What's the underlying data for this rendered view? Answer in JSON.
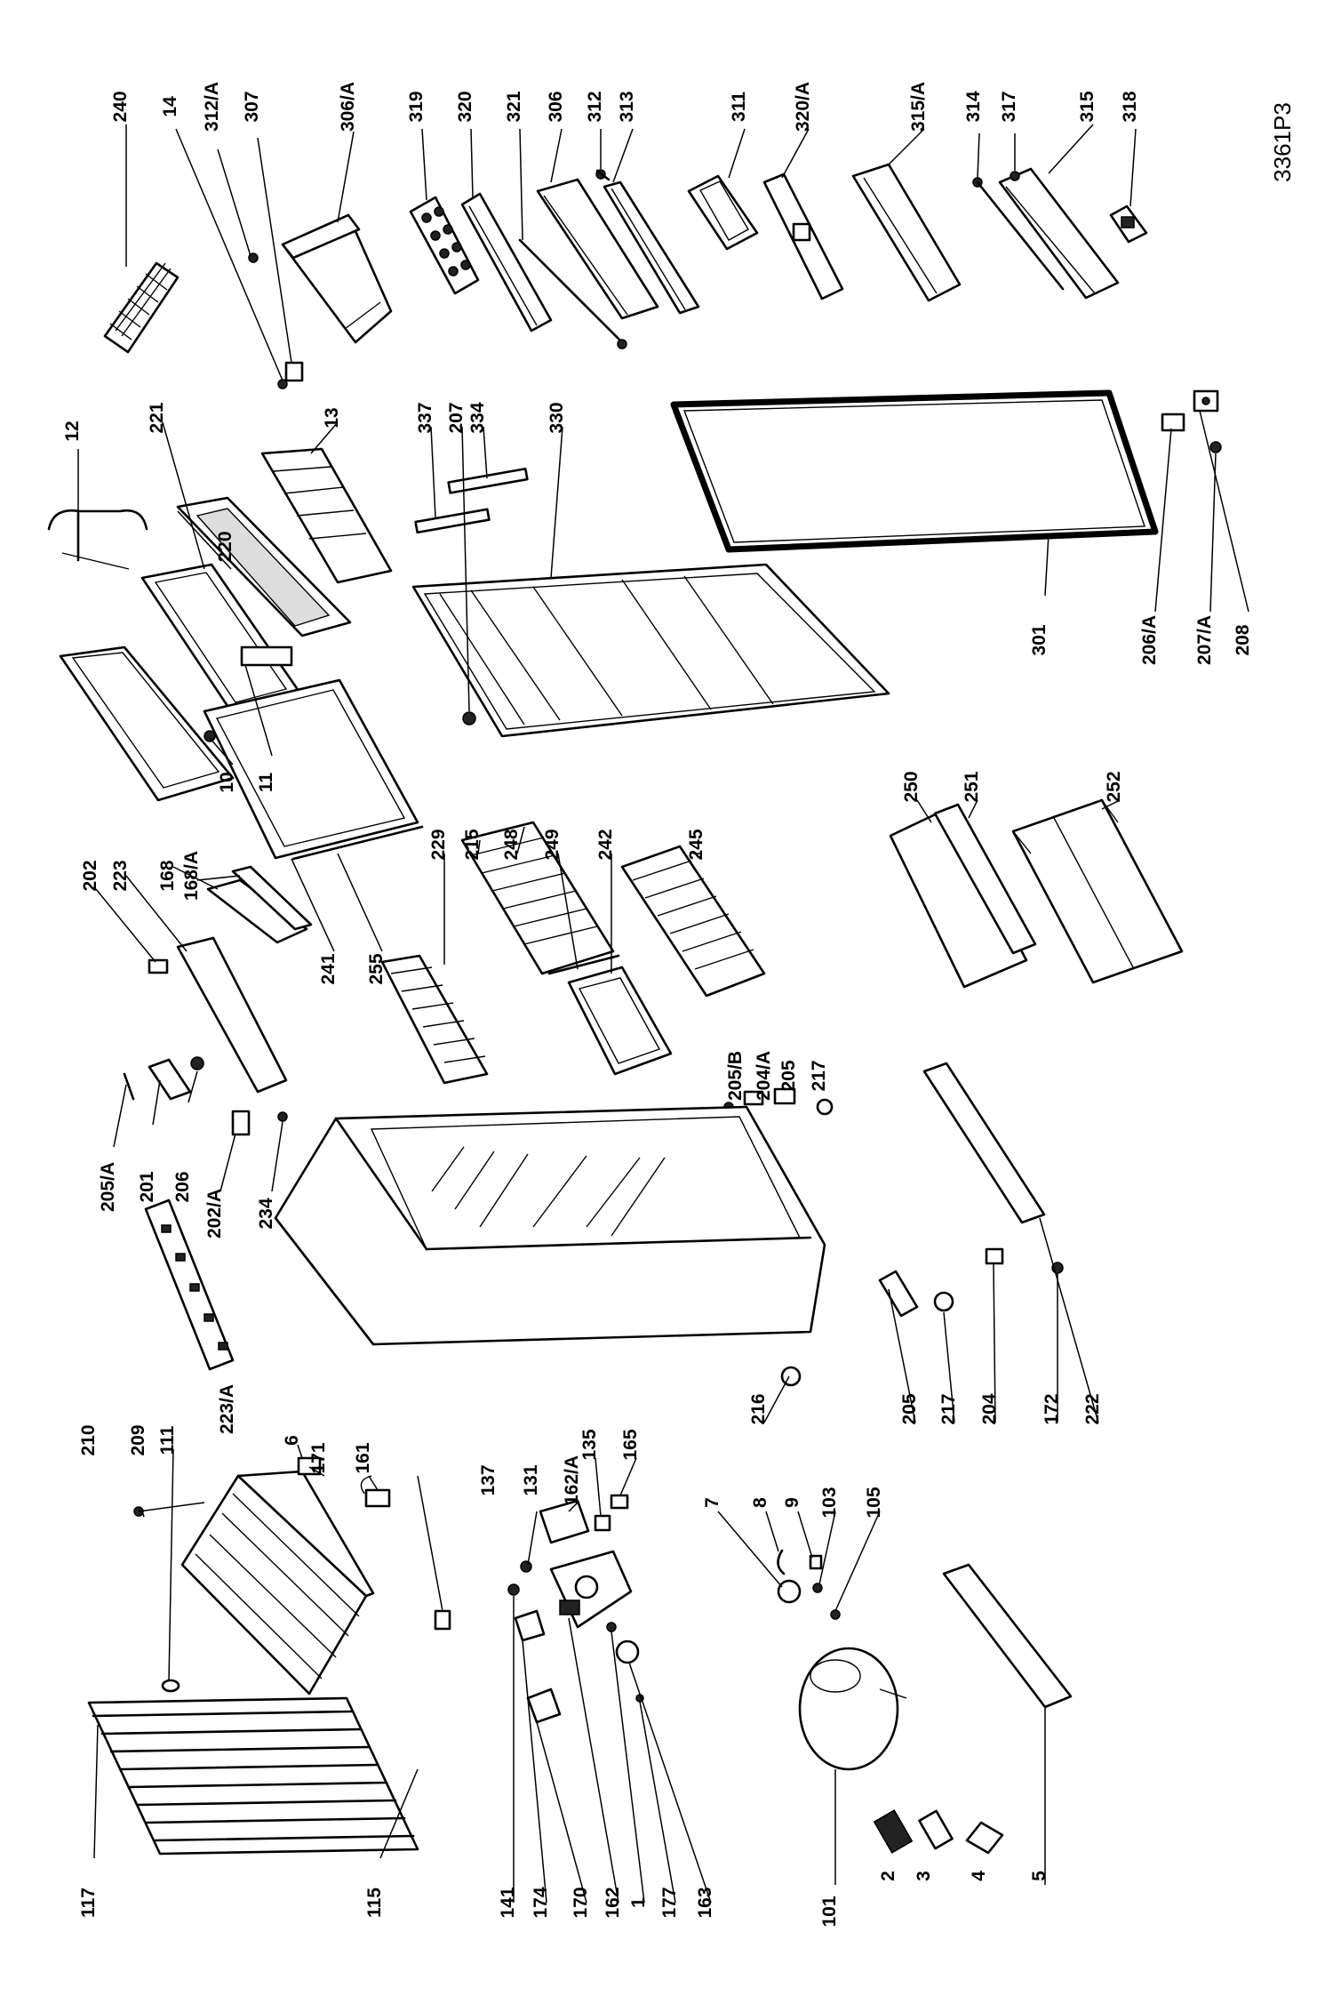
{
  "drawing_code": "3361P3",
  "labels": [
    "240",
    "14",
    "312/A",
    "307",
    "306/A",
    "319",
    "320",
    "321",
    "306",
    "312",
    "313",
    "311",
    "320/A",
    "315/A",
    "314",
    "317",
    "315",
    "318",
    "12",
    "221",
    "13",
    "207",
    "337",
    "334",
    "330",
    "301",
    "206/A",
    "207/A",
    "208",
    "202",
    "223",
    "168",
    "168/A",
    "10",
    "11",
    "220",
    "229",
    "215",
    "248",
    "249",
    "242",
    "245",
    "250",
    "251",
    "252",
    "241",
    "255",
    "205/B",
    "204/A",
    "205",
    "217",
    "205/A",
    "201",
    "206",
    "202/A",
    "234",
    "223/A",
    "210",
    "209",
    "111",
    "6",
    "171",
    "161",
    "137",
    "131",
    "162/A",
    "135",
    "165",
    "216",
    "205",
    "217",
    "204",
    "172",
    "222",
    "7",
    "8",
    "9",
    "103",
    "105",
    "117",
    "115",
    "141",
    "174",
    "170",
    "162",
    "1",
    "177",
    "163",
    "101",
    "2",
    "3",
    "4",
    "5"
  ]
}
